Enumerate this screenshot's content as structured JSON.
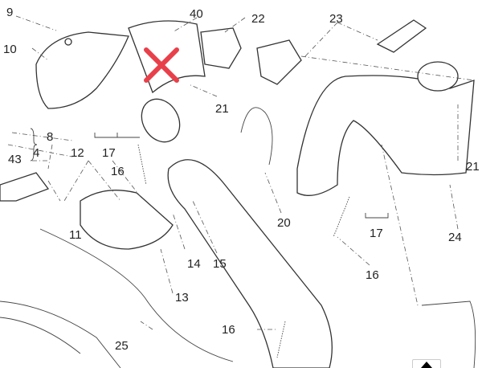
{
  "diagram": {
    "callouts": {
      "c9": "9",
      "c40": "40",
      "c22": "22",
      "c23": "23",
      "c10": "10",
      "c21a": "21",
      "c21b": "21",
      "c8": "8",
      "c4": "4",
      "c43": "43",
      "c12": "12",
      "c17a": "17",
      "c17b": "17",
      "c16a": "16",
      "c16b": "16",
      "c16c": "16",
      "c20": "20",
      "c24": "24",
      "c11": "11",
      "c14": "14",
      "c15": "15",
      "c13": "13",
      "c25": "25"
    },
    "marker_color": "#e8404a"
  },
  "controls": {
    "scroll_top_icon": "triangle-up-icon"
  }
}
